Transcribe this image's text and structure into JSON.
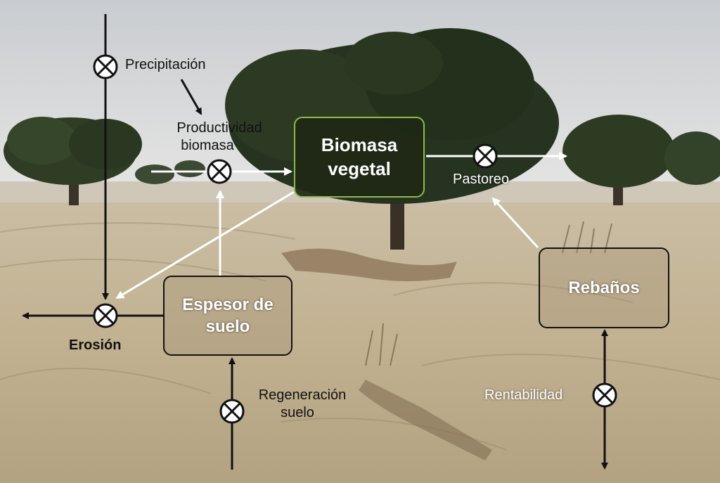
{
  "diagram": {
    "stocks": {
      "biomasa": "Biomasa vegetal",
      "espesor": "Espesor de suelo",
      "rebanos": "Rebaños"
    },
    "flows": {
      "precipitacion": "Precipitación",
      "productividad_line1": "Productividad",
      "productividad_line2": "biomasa",
      "pastoreo": "Pastoreo",
      "erosion": "Erosión",
      "regeneracion_line1": "Regeneración",
      "regeneracion_line2": "suelo",
      "rentabilidad": "Rentabilidad"
    },
    "colors": {
      "dark_arrow": "#111111",
      "light_arrow": "#ffffff",
      "stock_accent": "#8dbb4a"
    }
  }
}
